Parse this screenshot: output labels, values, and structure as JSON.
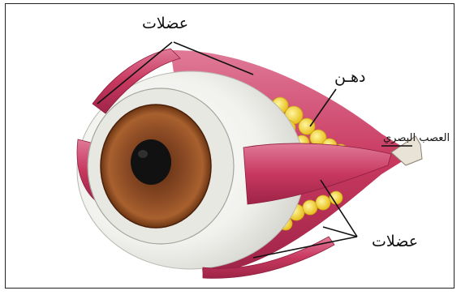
{
  "labels": {
    "muscles_top": "عضلات",
    "fat": "دهـن",
    "optic_nerve": "العصب البصري",
    "muscles_bottom": "عضلات"
  },
  "colors": {
    "muscle": "#c8385f",
    "muscle_light": "#e07a98",
    "fat": "#f2d23a",
    "sclera": "#f1f1ee",
    "iris": "#8a4a24",
    "pupil": "#111111"
  }
}
